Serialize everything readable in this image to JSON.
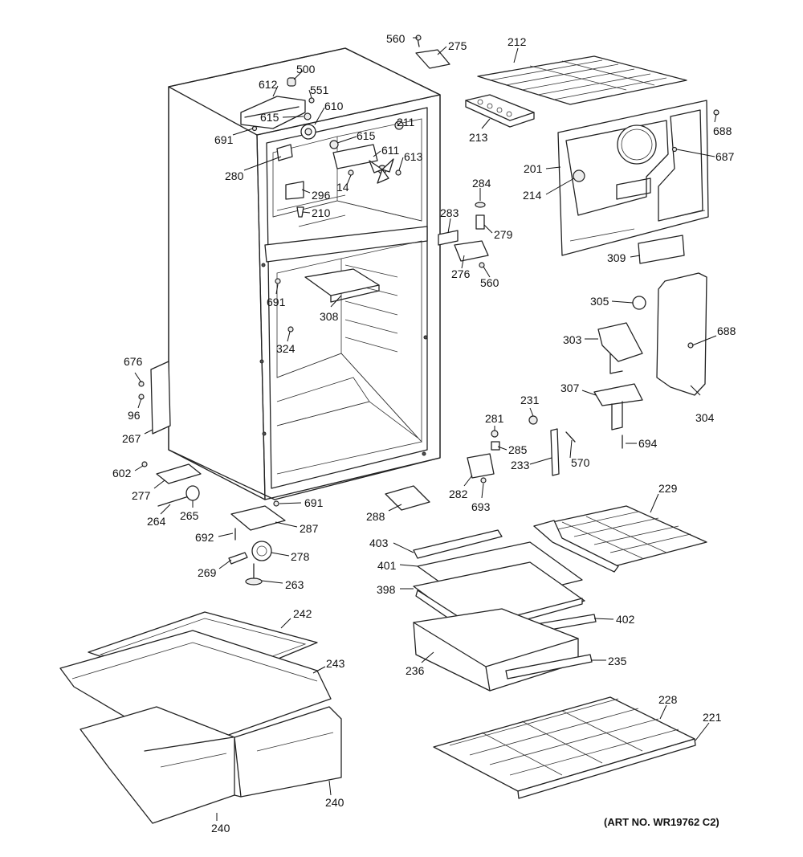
{
  "art_number": "(ART NO. WR19762 C2)",
  "callouts": [
    {
      "label": "560"
    },
    {
      "label": "275"
    },
    {
      "label": "212"
    },
    {
      "label": "500"
    },
    {
      "label": "612"
    },
    {
      "label": "551"
    },
    {
      "label": "615"
    },
    {
      "label": "610"
    },
    {
      "label": "691"
    },
    {
      "label": "615"
    },
    {
      "label": "211"
    },
    {
      "label": "611"
    },
    {
      "label": "613"
    },
    {
      "label": "213"
    },
    {
      "label": "688"
    },
    {
      "label": "687"
    },
    {
      "label": "201"
    },
    {
      "label": "280"
    },
    {
      "label": "296"
    },
    {
      "label": "14"
    },
    {
      "label": "210"
    },
    {
      "label": "284"
    },
    {
      "label": "214"
    },
    {
      "label": "283"
    },
    {
      "label": "279"
    },
    {
      "label": "276"
    },
    {
      "label": "560"
    },
    {
      "label": "309"
    },
    {
      "label": "691"
    },
    {
      "label": "308"
    },
    {
      "label": "305"
    },
    {
      "label": "324"
    },
    {
      "label": "303"
    },
    {
      "label": "688"
    },
    {
      "label": "676"
    },
    {
      "label": "96"
    },
    {
      "label": "267"
    },
    {
      "label": "231"
    },
    {
      "label": "307"
    },
    {
      "label": "281"
    },
    {
      "label": "285"
    },
    {
      "label": "304"
    },
    {
      "label": "694"
    },
    {
      "label": "570"
    },
    {
      "label": "233"
    },
    {
      "label": "602"
    },
    {
      "label": "277"
    },
    {
      "label": "282"
    },
    {
      "label": "693"
    },
    {
      "label": "229"
    },
    {
      "label": "288"
    },
    {
      "label": "691"
    },
    {
      "label": "264"
    },
    {
      "label": "265"
    },
    {
      "label": "287"
    },
    {
      "label": "692"
    },
    {
      "label": "403"
    },
    {
      "label": "278"
    },
    {
      "label": "401"
    },
    {
      "label": "269"
    },
    {
      "label": "263"
    },
    {
      "label": "398"
    },
    {
      "label": "402"
    },
    {
      "label": "242"
    },
    {
      "label": "243"
    },
    {
      "label": "236"
    },
    {
      "label": "235"
    },
    {
      "label": "228"
    },
    {
      "label": "221"
    },
    {
      "label": "240"
    },
    {
      "label": "240"
    }
  ]
}
